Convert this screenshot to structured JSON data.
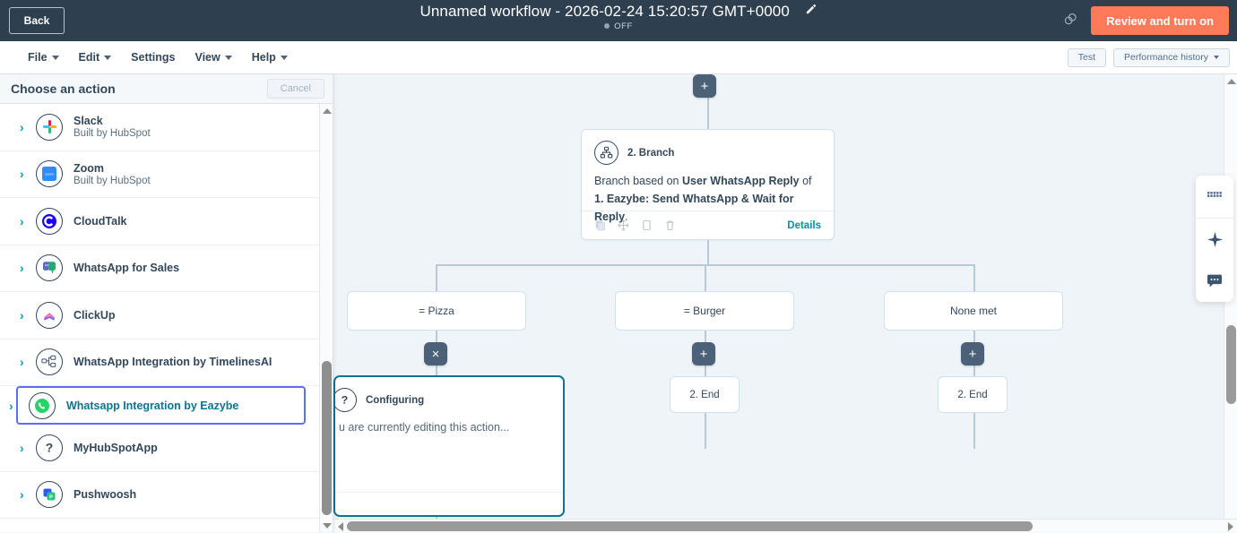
{
  "topbar": {
    "back_label": "Back",
    "title": "Unnamed workflow - 2026-02-24 15:20:57 GMT+0000",
    "status": "OFF",
    "edit_icon": "pencil-icon",
    "clone_icon": "clone-icon",
    "review_label": "Review and turn on",
    "accent_color": "#ff7a59",
    "bar_color": "#2e3f50"
  },
  "menubar": {
    "items": [
      {
        "label": "File",
        "has_caret": true
      },
      {
        "label": "Edit",
        "has_caret": true
      },
      {
        "label": "Settings",
        "has_caret": false
      },
      {
        "label": "View",
        "has_caret": true
      },
      {
        "label": "Help",
        "has_caret": true
      }
    ],
    "test_label": "Test",
    "performance_label": "Performance history"
  },
  "panel": {
    "title": "Choose an action",
    "cancel_label": "Cancel",
    "apps": [
      {
        "name": "Slack",
        "sub": "Built by HubSpot",
        "icon": "slack-icon",
        "selected": false
      },
      {
        "name": "Zoom",
        "sub": "Built by HubSpot",
        "icon": "zoom-icon",
        "selected": false
      },
      {
        "name": "CloudTalk",
        "sub": "",
        "icon": "cloudtalk-icon",
        "selected": false
      },
      {
        "name": "WhatsApp for Sales",
        "sub": "",
        "icon": "whatsapp-for-sales-icon",
        "selected": false
      },
      {
        "name": "ClickUp",
        "sub": "",
        "icon": "clickup-icon",
        "selected": false
      },
      {
        "name": "WhatsApp Integration by TimelinesAI",
        "sub": "",
        "icon": "timelinesai-icon",
        "selected": false
      },
      {
        "name": "Whatsapp Integration by Eazybe",
        "sub": "",
        "icon": "eazybe-whatsapp-icon",
        "selected": true
      },
      {
        "name": "MyHubSpotApp",
        "sub": "",
        "icon": "question-mark-icon",
        "selected": false
      },
      {
        "name": "Pushwoosh",
        "sub": "",
        "icon": "pushwoosh-icon",
        "selected": false
      }
    ]
  },
  "canvas": {
    "plus_label": "+",
    "close_label": "×",
    "branch": {
      "icon": "branch-icon",
      "title": "2. Branch",
      "text_prefix": "Branch based on ",
      "text_bold1": "User WhatsApp Reply",
      "text_mid": " of ",
      "text_bold2": "1. Eazybe: Send WhatsApp & Wait for Reply",
      "text_suffix": ".",
      "details_label": "Details",
      "footer_icons": [
        "copy-icon",
        "move-icon",
        "duplicate-icon",
        "trash-icon"
      ]
    },
    "outcomes": [
      {
        "label": "= Pizza"
      },
      {
        "label": "= Burger"
      },
      {
        "label": "None met"
      }
    ],
    "end_nodes": [
      {
        "label": "2. End"
      },
      {
        "label": "2. End"
      }
    ],
    "configuring": {
      "icon": "question-mark-icon",
      "title": "Configuring",
      "body": "u are currently editing this action...",
      "border_color": "#0e7490"
    }
  },
  "float_tools": [
    {
      "icon": "grid-icon"
    },
    {
      "icon": "sparkle-ai-icon"
    },
    {
      "icon": "chat-bubble-icon"
    }
  ]
}
